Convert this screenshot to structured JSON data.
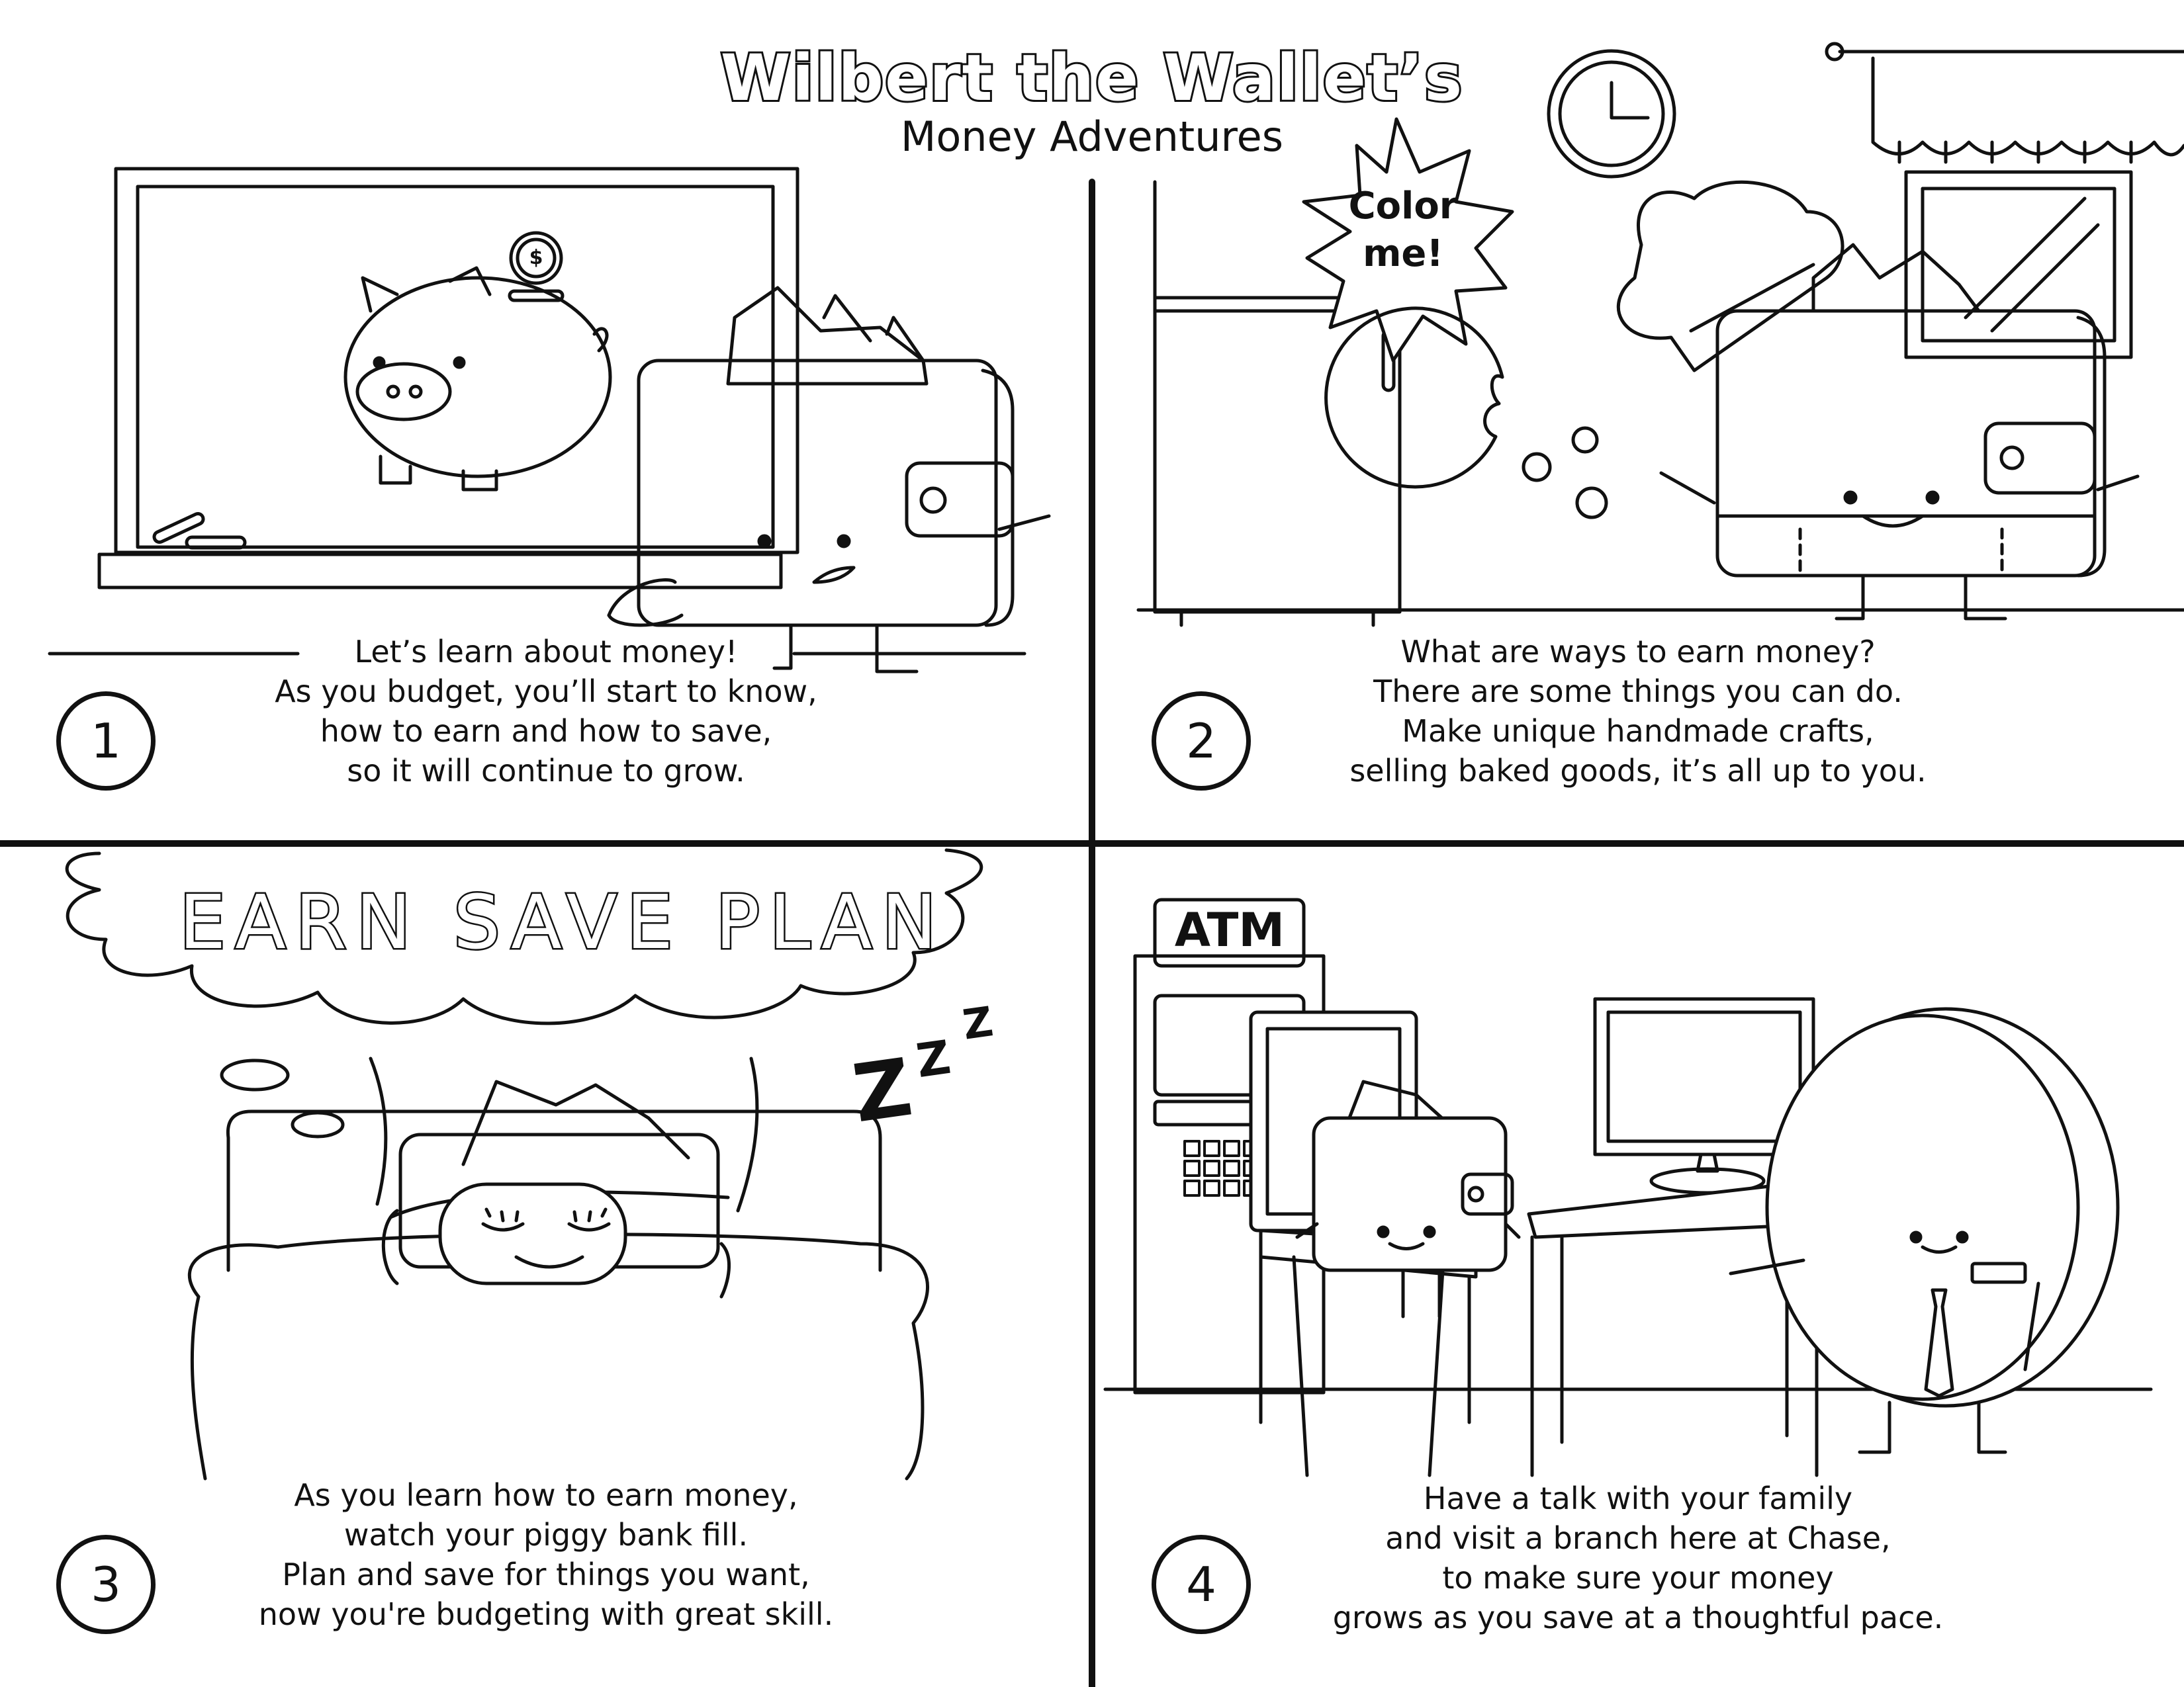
{
  "title": {
    "main": "Wilbert the Wallet’s",
    "sub": "Money Adventures"
  },
  "badge": {
    "line1": "Color",
    "line2": "me!"
  },
  "thought_bubble": "EARN SAVE PLAN",
  "atm_label": "ATM",
  "coin_symbol": "$",
  "sleep": {
    "z1": "Z",
    "z2": "Z",
    "z3": "Z"
  },
  "panels": [
    {
      "number": "1",
      "lines": [
        "Let’s learn about money!",
        "As you budget, you’ll start to know,",
        "how to earn and how to save,",
        "so it will continue to grow."
      ]
    },
    {
      "number": "2",
      "lines": [
        "What are ways to earn money?",
        "There are some things you can do.",
        "Make unique handmade crafts,",
        "selling baked goods, it’s all up to you."
      ]
    },
    {
      "number": "3",
      "lines": [
        "As you learn how to earn money,",
        "watch your piggy bank fill.",
        "Plan and save for things you want,",
        "now you're budgeting with great skill."
      ]
    },
    {
      "number": "4",
      "lines": [
        "Have a talk with your family",
        "and visit a branch here at Chase,",
        "to make sure your money",
        "grows as you save at a thoughtful pace."
      ]
    }
  ],
  "colors": {
    "ink": "#111111",
    "paper": "#ffffff"
  }
}
